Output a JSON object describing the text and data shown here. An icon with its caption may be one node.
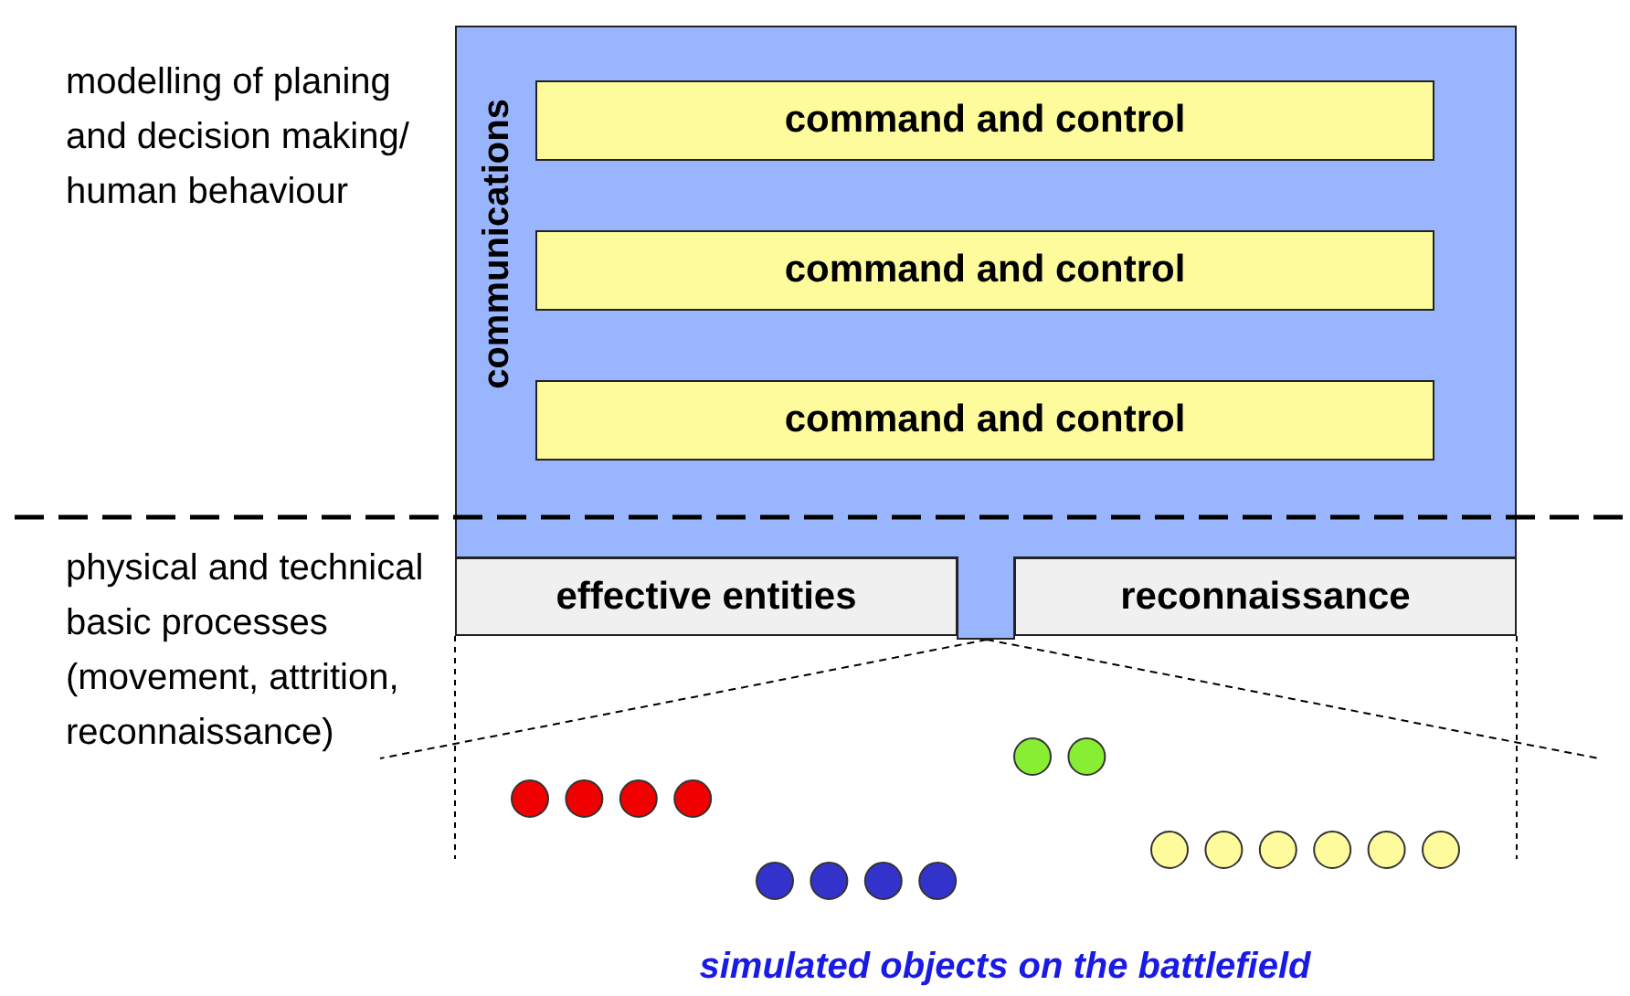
{
  "diagram": {
    "caption": "simulated objects on the battlefield",
    "nodes": [
      {
        "text": [
          "communications"
        ]
      },
      {
        "text": [
          "command and control"
        ],
        "in": 0
      },
      {
        "text": [
          "command and control"
        ],
        "in": 0
      },
      {
        "text": [
          "command and control"
        ],
        "in": 0
      },
      {
        "text": [
          "effective entities"
        ]
      },
      {
        "text": [
          "reconnaissance"
        ]
      }
    ],
    "edges": [],
    "labels": [
      "modelling of planing and decision making/ human behaviour",
      "physical and technical basic processes (movement, attrition, reconnaissance)"
    ]
  }
}
